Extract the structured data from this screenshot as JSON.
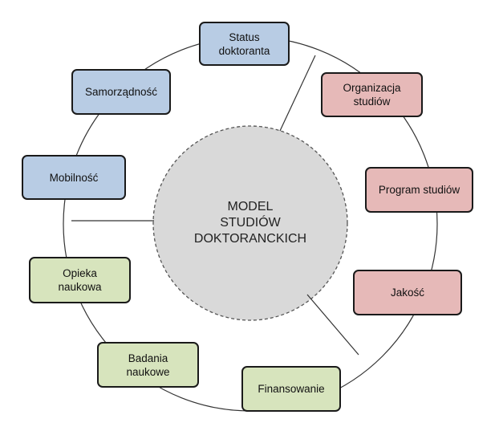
{
  "center": {
    "label": "MODEL\nSTUDIÓW\nDOKTORANCKICH",
    "fill": "#d9d9d9"
  },
  "colors": {
    "blue": "#b8cce4",
    "red": "#e6b9b8",
    "green": "#d7e4bd",
    "border": "#1a1a1a",
    "ring": "#333333"
  },
  "nodes": {
    "status": {
      "label": "Status\ndoktoranta",
      "group": "blue"
    },
    "organizacja": {
      "label": "Organizacja\nstudiów",
      "group": "red"
    },
    "program": {
      "label": "Program studiów",
      "group": "red"
    },
    "jakosc": {
      "label": "Jakość",
      "group": "red"
    },
    "finansowanie": {
      "label": "Finansowanie",
      "group": "green"
    },
    "badania": {
      "label": "Badania\nnaukowe",
      "group": "green"
    },
    "opieka": {
      "label": "Opieka\nnaukowa",
      "group": "green"
    },
    "mobilnosc": {
      "label": "Mobilność",
      "group": "blue"
    },
    "samorzadnosc": {
      "label": "Samorządność",
      "group": "blue"
    }
  }
}
